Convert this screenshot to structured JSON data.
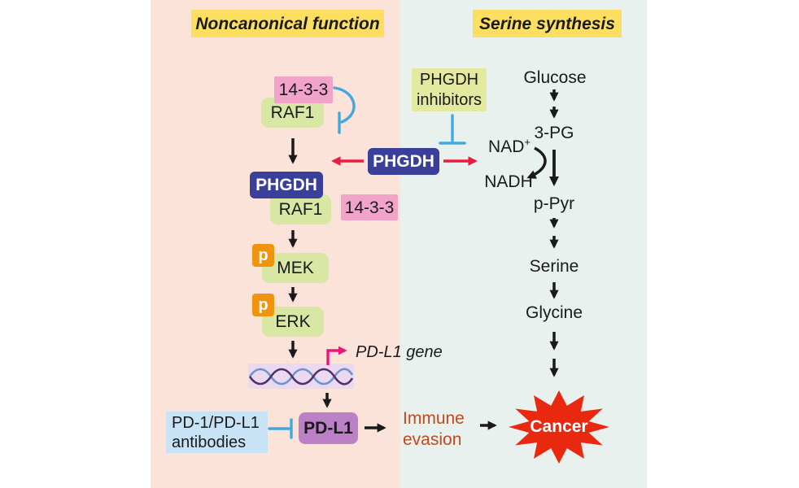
{
  "titles": {
    "left": "Noncanonical function",
    "right": "Serine synthesis"
  },
  "left_pathway": {
    "complex1_top": "14-3-3",
    "complex1_bottom": "RAF1",
    "phgdh_label": "PHGDH",
    "complex2_raf1": "RAF1",
    "complex2_side": "14-3-3",
    "phospho_mek": "p",
    "mek": "MEK",
    "phospho_erk": "p",
    "erk": "ERK",
    "gene_label": "PD-L1 gene",
    "pdl1": "PD-L1",
    "antibodies": "PD-1/PD-L1\nantibodies"
  },
  "center": {
    "phgdh": "PHGDH",
    "inhibitors": "PHGDH\ninhibitors"
  },
  "right_pathway": {
    "glucose": "Glucose",
    "pg": "3-PG",
    "nad_base": "NAD",
    "nad_sup": "+",
    "nadh": "NADH",
    "ppyr": "p-Pyr",
    "serine": "Serine",
    "glycine": "Glycine"
  },
  "outcome": {
    "immune_evasion": "Immune\nevasion",
    "cancer": "Cancer"
  },
  "colors": {
    "panel_left_bg": "#fbe3da",
    "panel_right_bg": "#e8f1ed",
    "title_highlight": "#fcdf61",
    "box_pink": "#f2a3ca",
    "box_green": "#d9e7a4",
    "box_dark_blue": "#3a3f9a",
    "box_orange": "#f0930f",
    "box_inhibitor_green": "#e4e9a0",
    "box_antibody_blue": "#c9e3f6",
    "box_dna_lavender": "#ead9f0",
    "box_pdl1_purple": "#bc80c6",
    "arrow_black": "#1a1a1a",
    "arrow_red": "#e91c42",
    "arrow_magenta": "#ea1778",
    "inhibition_blue": "#41a8e0",
    "immune_text_rust": "#bf4a1f",
    "cancer_red": "#e8290f",
    "dna_strand_blue": "#6f94cc",
    "dna_strand_purple": "#523268"
  }
}
